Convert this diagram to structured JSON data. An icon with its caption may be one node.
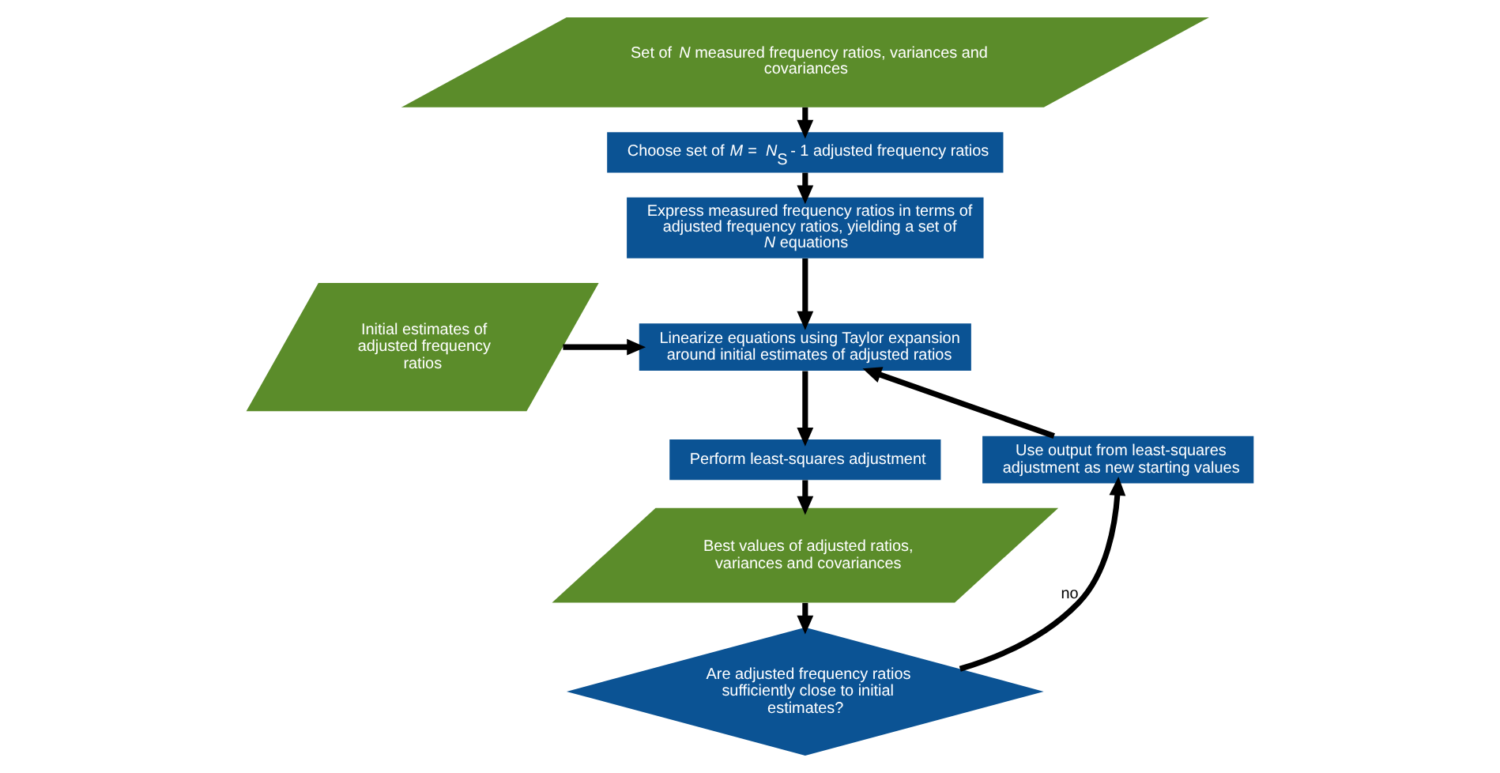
{
  "diagram": {
    "nodes": [
      {
        "text": [
          "Set of *N* measured frequency ratios, variances and covariances"
        ]
      },
      {
        "text": [
          "Choose set of *M* = *N*$_{S}$ - 1 adjusted frequency ratios"
        ]
      },
      {
        "text": [
          "Express measured frequency ratios in terms of adjusted frequency ratios, yielding a set of *N* equations"
        ]
      },
      {
        "text": [
          "Initial estimates of adjusted frequency ratios"
        ]
      },
      {
        "text": [
          "Linearize equations using Taylor expansion around initial estimates of adjusted ratios"
        ]
      },
      {
        "text": [
          "Perform least-squares adjustment"
        ]
      },
      {
        "text": [
          "Best values of adjusted ratios, variances and covariances"
        ]
      },
      {
        "text": [
          "Are adjusted frequency ratios sufficiently close to initial estimates?"
        ]
      },
      {
        "text": [
          "Use output from least-squares adjustment as new starting values"
        ]
      }
    ],
    "edges": [
      {
        "from": 0,
        "to": 1,
        "arrow": "to"
      },
      {
        "from": 1,
        "to": 2,
        "arrow": "to"
      },
      {
        "from": 2,
        "to": 4,
        "arrow": "to"
      },
      {
        "from": 3,
        "to": 4,
        "arrow": "to"
      },
      {
        "from": 4,
        "to": 5,
        "arrow": "to"
      },
      {
        "from": 5,
        "to": 6,
        "arrow": "to"
      },
      {
        "from": 6,
        "to": 7,
        "arrow": "to"
      },
      {
        "from": 7,
        "to": 8,
        "label": "no",
        "arrow": "to"
      },
      {
        "from": 8,
        "to": 4,
        "arrow": "to"
      }
    ]
  }
}
